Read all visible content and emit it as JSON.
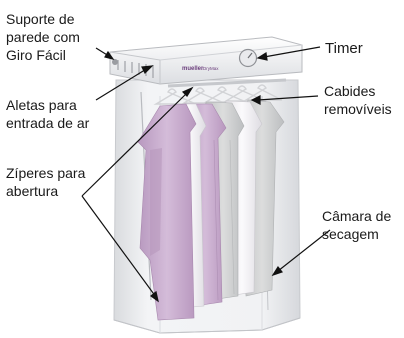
{
  "labels": {
    "suporte": "Suporte de\nparede com\nGiro Fácil",
    "timer": "Timer",
    "aletas": "Aletas para\nentrada de ar",
    "cabides": "Cabides\nremovíveis",
    "ziperes": "Zíperes para\nabertura",
    "camara": "Câmara de\nsecagem"
  },
  "brand": {
    "logo": "mueller",
    "model": "DryMax"
  },
  "colors": {
    "garment_lilac": "#c9afcf",
    "garment_grey": "#cfd0cf",
    "garment_white": "#f1eff2",
    "cover": "#eeeff1",
    "accent_purple": "#6b3e7c"
  }
}
